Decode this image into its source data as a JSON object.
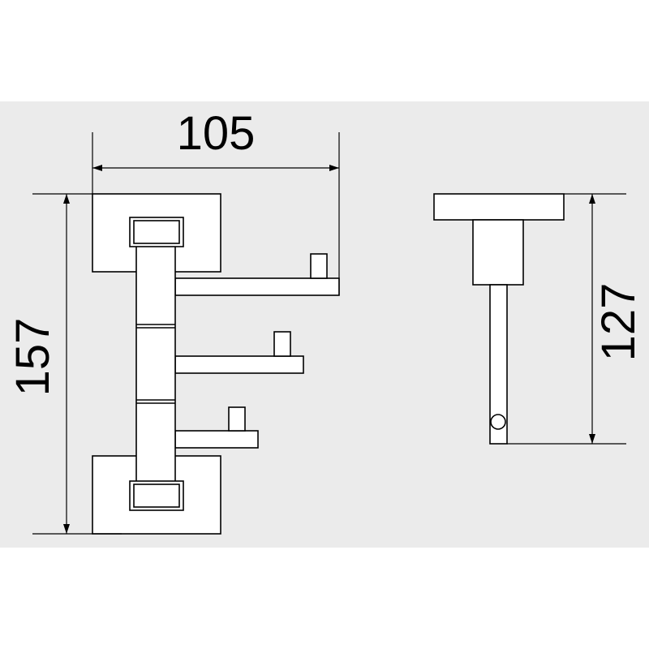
{
  "colors": {
    "background": "#ffffff",
    "panel": "#ebebeb",
    "line": "#000000"
  },
  "dimensions": {
    "width": "105",
    "height": "157",
    "depth": "127"
  }
}
